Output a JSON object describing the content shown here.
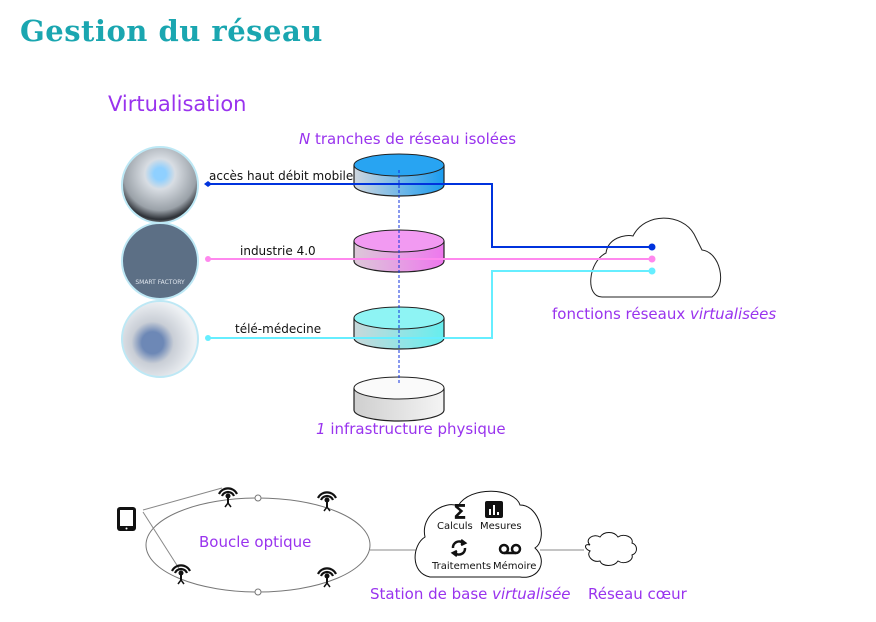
{
  "header": {
    "title": "Gestion du réseau",
    "subtitle": "Virtualisation"
  },
  "top_diagram": {
    "slices_label_prefix": "N",
    "slices_label": " tranches de réseau isolées",
    "infra_label_prefix": "1",
    "infra_label": " infrastructure physique",
    "cloud_label": "fonctions réseaux ",
    "cloud_label_italic": "virtualisées",
    "slices": [
      {
        "name": "accès haut débit mobile",
        "color": "#0033dd",
        "disk_color": "#1a9cf0"
      },
      {
        "name": "industrie 4.0",
        "color": "#ff88ee",
        "disk_color": "#ee77ee"
      },
      {
        "name": "télé-médecine",
        "color": "#66eeff",
        "disk_color": "#66eeee"
      }
    ],
    "thumbnails": [
      {
        "label": "hologram-phone"
      },
      {
        "label": "SMART FACTORY"
      },
      {
        "label": "surgery-robot"
      }
    ]
  },
  "bottom_diagram": {
    "ring_label": "Boucle optique",
    "station_label": "Station de base ",
    "station_label_italic": "virtualisée",
    "core_label": "Réseau cœur",
    "functions": [
      {
        "icon": "sigma",
        "label": "Calculs"
      },
      {
        "icon": "bar-chart",
        "label": "Mesures"
      },
      {
        "icon": "refresh",
        "label": "Traitements"
      },
      {
        "icon": "voicemail",
        "label": "Mémoire"
      }
    ]
  }
}
